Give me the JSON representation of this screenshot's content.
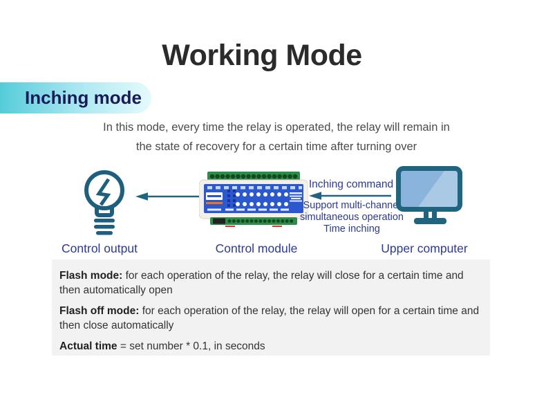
{
  "header": {
    "title": "Working Mode",
    "section_label": "Inching mode",
    "description_line1": "In this mode, every time the relay is operated, the relay will remain in",
    "description_line2": "the state of recovery for a certain time after turning over"
  },
  "diagram": {
    "command_label": "Inching command",
    "support_lines": [
      "Support multi-channel",
      "simultaneous operation",
      "Time inching"
    ],
    "device_labels": {
      "control_output": "Control output",
      "control_module": "Control module",
      "upper_computer": "Upper computer"
    },
    "icons": {
      "bulb": "bulb-icon",
      "relay_module": "relay-module-icon",
      "monitor": "monitor-icon",
      "arrow": "left-arrow-icon"
    }
  },
  "notes": {
    "items": [
      {
        "term": "Flash mode:",
        "text": " for each operation of the relay, the relay will close for a certain time and then automatically open"
      },
      {
        "term": "Flash off mode:",
        "text": " for each operation of the relay, the relay will open for a certain time and then close automatically"
      },
      {
        "term": "Actual time",
        "text": " = set number * 0.1, in seconds"
      }
    ]
  },
  "colors": {
    "accent_teal": "#1f6580",
    "label_blue": "#2b3a94",
    "pill_text_navy": "#1a1a5a",
    "pill_gradient_start": "#55ccd9",
    "pill_gradient_end": "#e6fafc",
    "notes_background": "#f2f2f2",
    "title_color": "#2b2b2b",
    "module_panel_blue": "#2b57cf",
    "terminal_green": "#2e8c4a",
    "module_orange": "#ed7226",
    "monitor_screen_blue": "#8ab4dc"
  }
}
